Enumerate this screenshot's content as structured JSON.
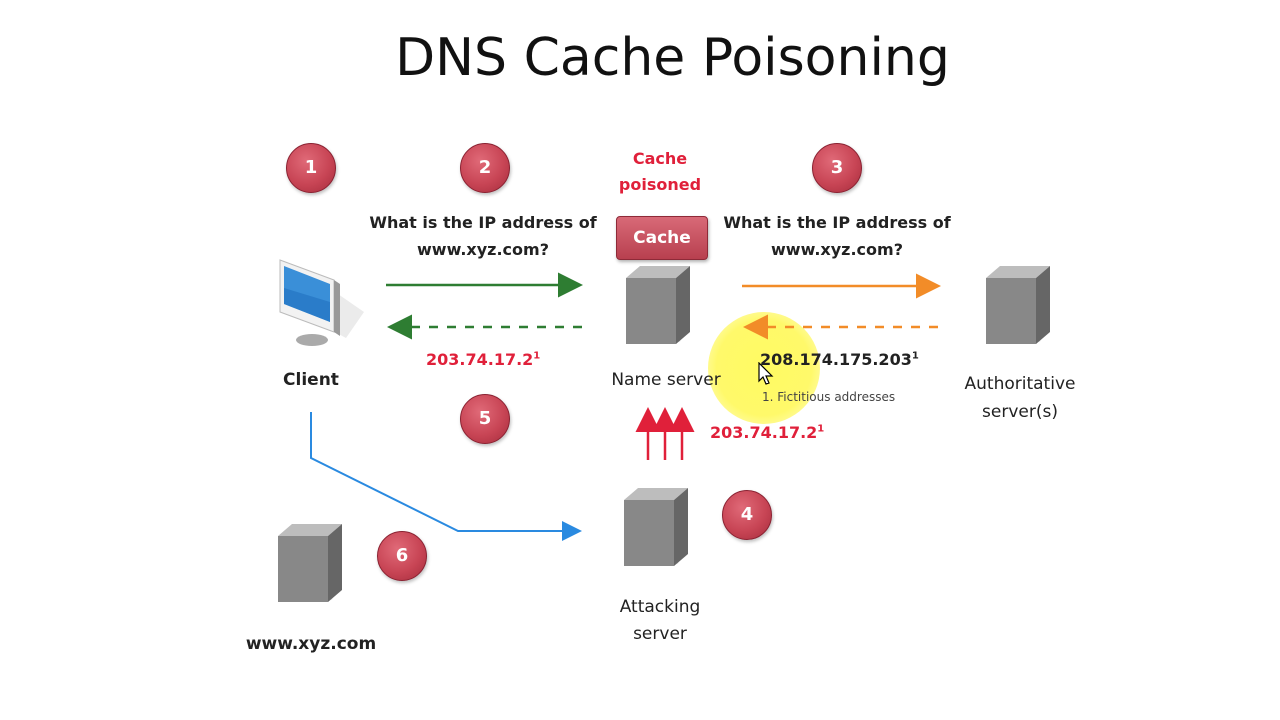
{
  "title": "DNS Cache Poisoning",
  "steps": [
    "1",
    "2",
    "3",
    "4",
    "5",
    "6"
  ],
  "nodes": {
    "client": "Client",
    "name_server": "Name server",
    "authoritative": "Authoritative server(s)",
    "attacking": "Attacking server",
    "xyz": "www.xyz.com"
  },
  "cache": {
    "status": "Cache poisoned",
    "button": "Cache"
  },
  "queries": {
    "client_to_ns": "What is the IP address of www.xyz.com?",
    "ns_to_auth": "What is the IP address of www.xyz.com?"
  },
  "responses": {
    "ns_to_client": "203.74.17.2",
    "auth_to_ns": "208.174.175.203",
    "attacker_to_ns": "203.74.17.2",
    "footnote_marker": "1"
  },
  "footnote": "1. Fictitious addresses",
  "colors": {
    "badge": "#c84555",
    "green_arrow": "#2e7d32",
    "orange_arrow": "#f28c28",
    "red_arrow": "#e0203a",
    "blue_arrow": "#2a8ae0",
    "highlight": "#fff650"
  }
}
